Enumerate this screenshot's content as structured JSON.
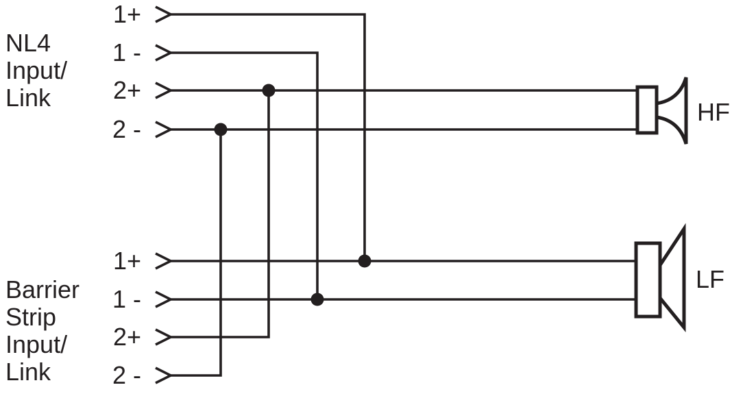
{
  "colors": {
    "line": "#231f20",
    "background": "#ffffff"
  },
  "nl4": {
    "label_lines": [
      "NL4",
      "Input/",
      "Link"
    ],
    "terminals": [
      "1+",
      "1 -",
      "2+",
      "2 -"
    ]
  },
  "barrier": {
    "label_lines": [
      "Barrier",
      "Strip",
      "Input/",
      "Link"
    ],
    "terminals": [
      "1+",
      "1 -",
      "2+",
      "2 -"
    ]
  },
  "speakers": {
    "hf_label": "HF",
    "lf_label": "LF"
  }
}
